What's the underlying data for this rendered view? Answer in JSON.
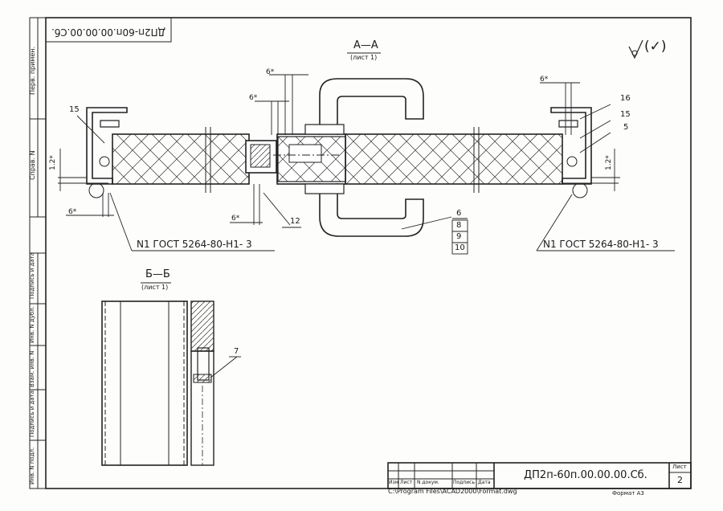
{
  "designation_top": "ДП2п-60п.00.00.00.Сб.",
  "section_aa": {
    "title": "А—А",
    "sheet_ref": "(лист 1)"
  },
  "section_bb": {
    "title": "Б—Б",
    "sheet_ref": "(лист 1)"
  },
  "roughness": "(✓)",
  "dims": {
    "gap_top_left": "6*",
    "gap_top_center": "6*",
    "gap_top_right": "6*",
    "gap_bottom_left": "6*",
    "gap_bottom_center": "6*",
    "height_left": "1.2*",
    "height_right": "1.2*"
  },
  "callouts": {
    "p15_left": "15",
    "p16": "16",
    "p15_right": "15",
    "p5": "5",
    "p12": "12",
    "p6": "6",
    "p8": "8",
    "p9": "9",
    "p10": "10",
    "p7": "7"
  },
  "weld_left": "N1  ГОСТ  5264-80-Н1-  3",
  "weld_right": "N1  ГОСТ  5264-80-Н1-  3",
  "side_labels": {
    "perv_primen": "Перв. примен.",
    "sprav": "Справ. N",
    "podp_data_1": "Подпись и дата",
    "inv_dubl": "Инв. N дубл.",
    "vzam_inv": "Взам. инв. N",
    "podp_data_2": "Подпись и дата",
    "inv_podl": "Инв. N подл."
  },
  "title_block": {
    "col_izm": "Изм",
    "col_list": "Лист",
    "col_dokum": "N докум.",
    "col_podp": "Подпись",
    "col_data": "Дата",
    "designation": "ДП2п-60п.00.00.00.Сб.",
    "sheet_label": "Лист",
    "sheet_no": "2"
  },
  "file_path": "C:\\Program Files\\ACAD2000\\Format.dwg",
  "format_label": "Формат А3"
}
